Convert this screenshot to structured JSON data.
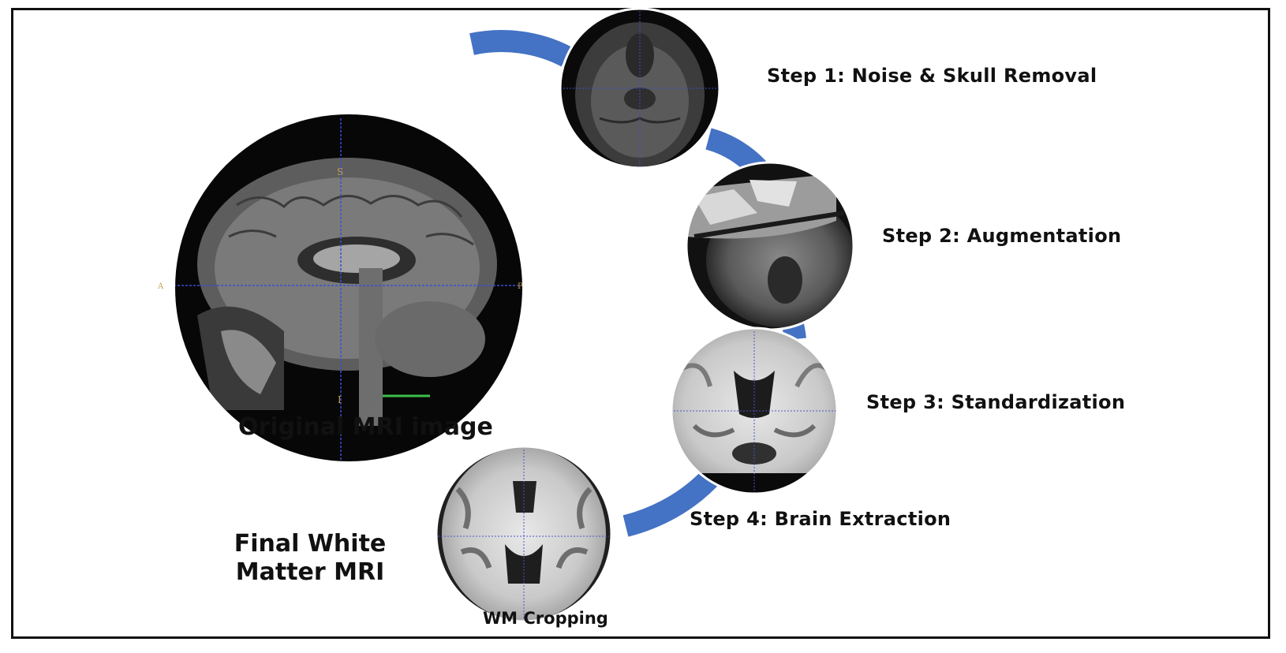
{
  "labels": {
    "original": "Original MRI image",
    "step1": "Step 1: Noise & Skull Removal",
    "step2": "Step 2: Augmentation",
    "step3": "Step 3: Standardization",
    "step4": "Step 4: Brain Extraction",
    "final_line1": "Final White",
    "final_line2": "Matter MRI",
    "wm_cropping": "WM Cropping"
  },
  "scan_markers": {
    "superior": "S",
    "inferior": "I",
    "anterior": "A",
    "posterior": "P"
  },
  "colors": {
    "arc": "#4472c4",
    "frame": "#111111",
    "scan_dark": "#0b0b0b",
    "crosshair": "#3a4fd0"
  }
}
